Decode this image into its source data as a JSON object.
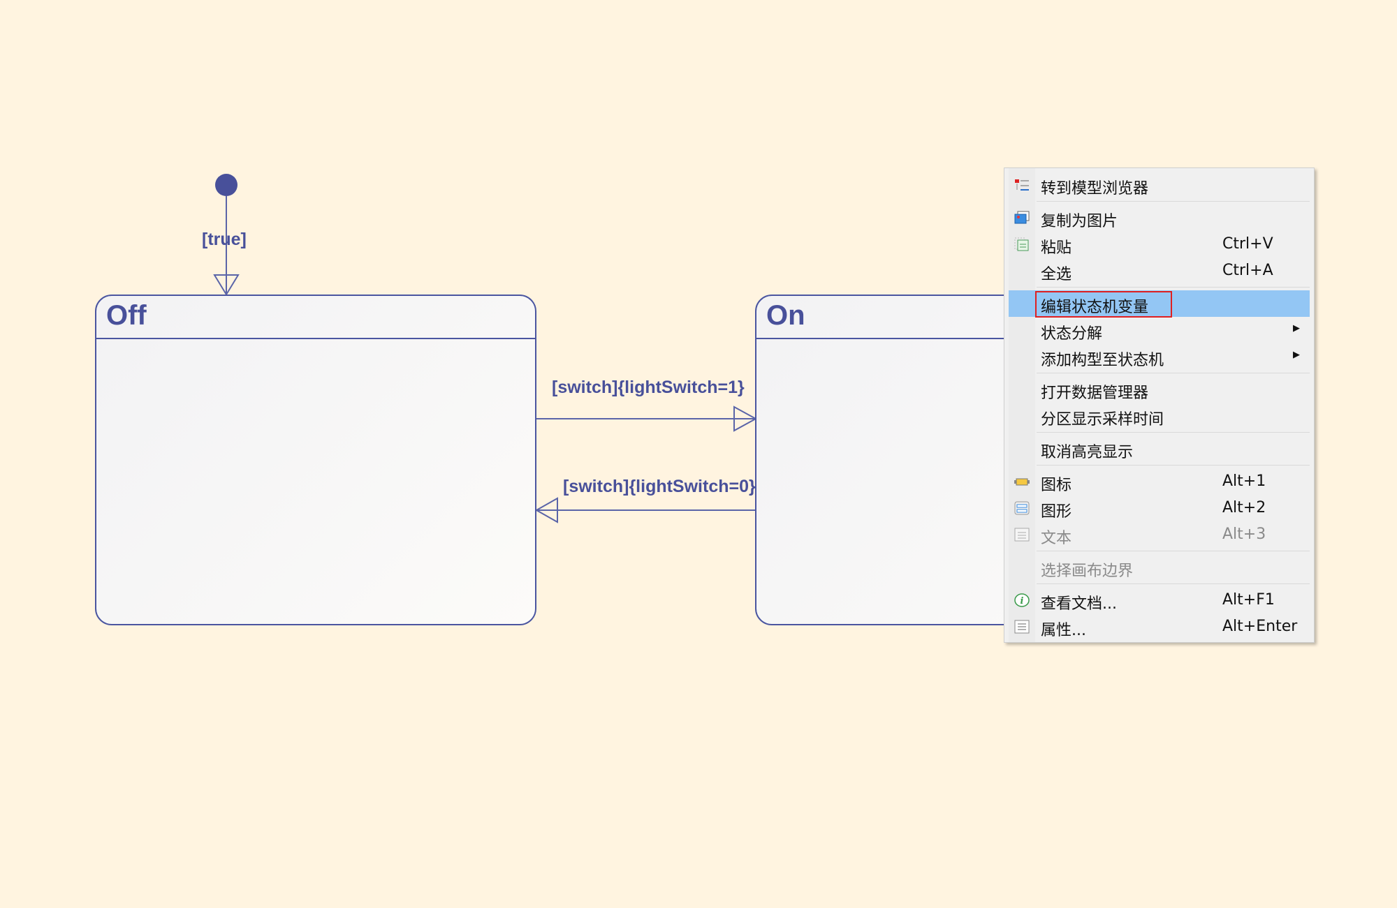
{
  "diagram": {
    "initial_guard": "[true]",
    "states": [
      {
        "name": "Off"
      },
      {
        "name": "On"
      }
    ],
    "transitions": [
      {
        "label": "[switch]{lightSwitch=1}",
        "from": "Off",
        "to": "On"
      },
      {
        "label": "[switch]{lightSwitch=0}",
        "from": "On",
        "to": "Off"
      }
    ],
    "colors": {
      "line": "#4a55a0",
      "background": "#fff4e0"
    }
  },
  "context_menu": {
    "items": [
      {
        "label": "转到模型浏览器",
        "icon": "model-browser-icon"
      },
      {
        "label": "复制为图片",
        "icon": "copy-image-icon",
        "sep": true
      },
      {
        "label": "粘贴",
        "shortcut": "Ctrl+V",
        "icon": "paste-icon"
      },
      {
        "label": "全选",
        "shortcut": "Ctrl+A"
      },
      {
        "label": "编辑状态机变量",
        "sep": true,
        "highlighted": true
      },
      {
        "label": "状态分解",
        "submenu": true
      },
      {
        "label": "添加构型至状态机",
        "submenu": true
      },
      {
        "label": "打开数据管理器",
        "sep": true
      },
      {
        "label": "分区显示采样时间"
      },
      {
        "label": "取消高亮显示",
        "sep": true
      },
      {
        "label": "图标",
        "shortcut": "Alt+1",
        "icon": "icon-view-icon",
        "sep": true
      },
      {
        "label": "图形",
        "shortcut": "Alt+2",
        "icon": "graphic-view-icon"
      },
      {
        "label": "文本",
        "shortcut": "Alt+3",
        "icon": "text-view-icon",
        "disabled": true
      },
      {
        "label": "选择画布边界",
        "sep": true,
        "disabled": true
      },
      {
        "label": "查看文档...",
        "shortcut": "Alt+F1",
        "icon": "info-icon",
        "sep": true
      },
      {
        "label": "属性...",
        "shortcut": "Alt+Enter",
        "icon": "properties-icon"
      }
    ],
    "highlight_color": "#93c6f4"
  }
}
